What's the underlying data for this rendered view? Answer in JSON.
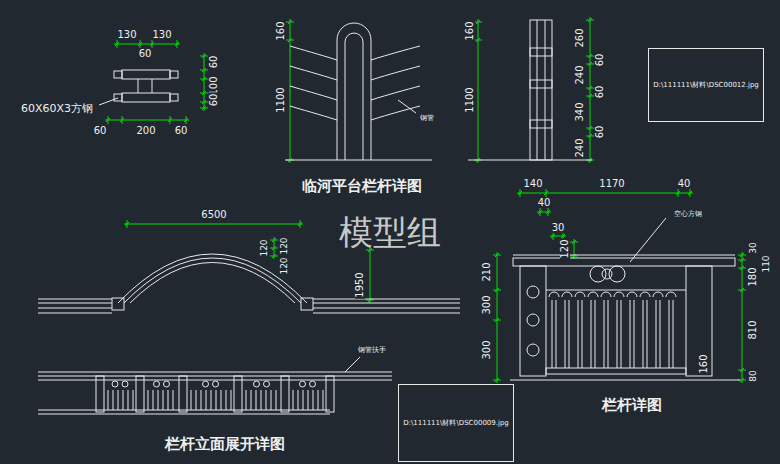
{
  "diagram": {
    "nodes": [
      {
        "text": [
          "D:\\111111\\材料\\DSC00012.jpg"
        ]
      },
      {
        "text": [
          "D:\\111111\\材料\\DSC00009.jpg"
        ]
      }
    ],
    "labels": [
      "130",
      "130",
      "60",
      "60",
      "100",
      "60",
      "60X60X3方钢",
      "60",
      "200",
      "60",
      "160",
      "1100",
      "钢管",
      "160",
      "1100",
      "260",
      "60",
      "240",
      "60",
      "340",
      "60",
      "240",
      "临河平台栏杆详图",
      "模型组",
      "6500",
      "120",
      "120",
      "120",
      "1950",
      "140",
      "1170",
      "40",
      "40",
      "30",
      "120",
      "空心方钢",
      "210",
      "300",
      "300",
      "30",
      "110",
      "180",
      "810",
      "160",
      "80",
      "栏杆详图",
      "钢管扶手",
      "栏杆立面展开详图"
    ]
  }
}
